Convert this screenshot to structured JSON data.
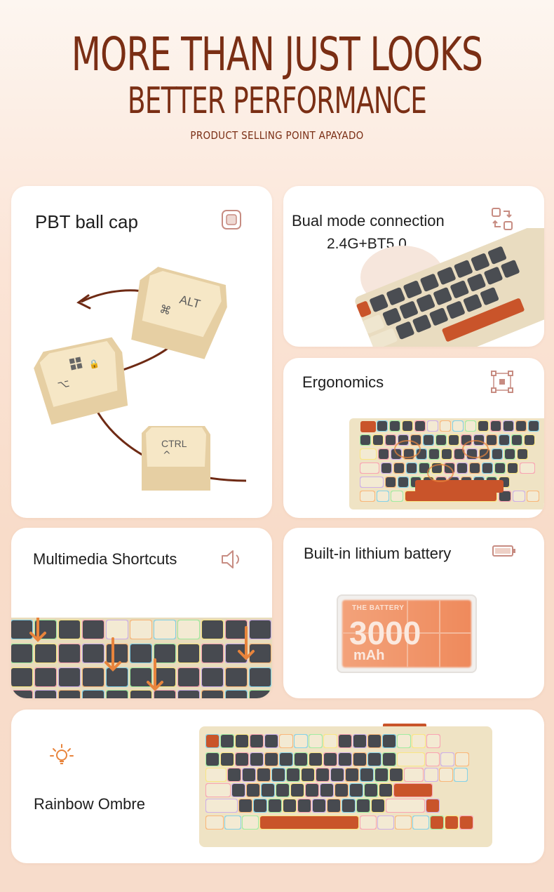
{
  "header": {
    "title": "MORE THAN JUST LOOKS",
    "subtitle": "BETTER PERFORMANCE",
    "tagline": "PRODUCT SELLING POINT APAYADO"
  },
  "features": {
    "pbt": {
      "title": "PBT ball cap",
      "icon": "keycap-icon",
      "keycaps": [
        "ALT",
        "CTRL"
      ]
    },
    "dual_mode": {
      "title": "Bual mode connection",
      "subtitle": "2.4G+BT5.0",
      "icon": "switch-arrows-icon"
    },
    "ergonomics": {
      "title": "Ergonomics",
      "icon": "frame-target-icon"
    },
    "multimedia": {
      "title": "Multimedia Shortcuts",
      "icon": "speaker-icon"
    },
    "battery": {
      "title": "Built-in lithium battery",
      "icon": "battery-icon",
      "label": "THE BATTERY",
      "capacity": "3000",
      "unit": "mAh"
    },
    "rainbow": {
      "title": "Rainbow Ombre",
      "icon": "light-bulb-icon"
    }
  },
  "colors": {
    "brand_brown": "#7a2e14",
    "accent_orange": "#e8843c",
    "key_dark": "#4a4d52",
    "key_cream": "#efe6cf"
  }
}
